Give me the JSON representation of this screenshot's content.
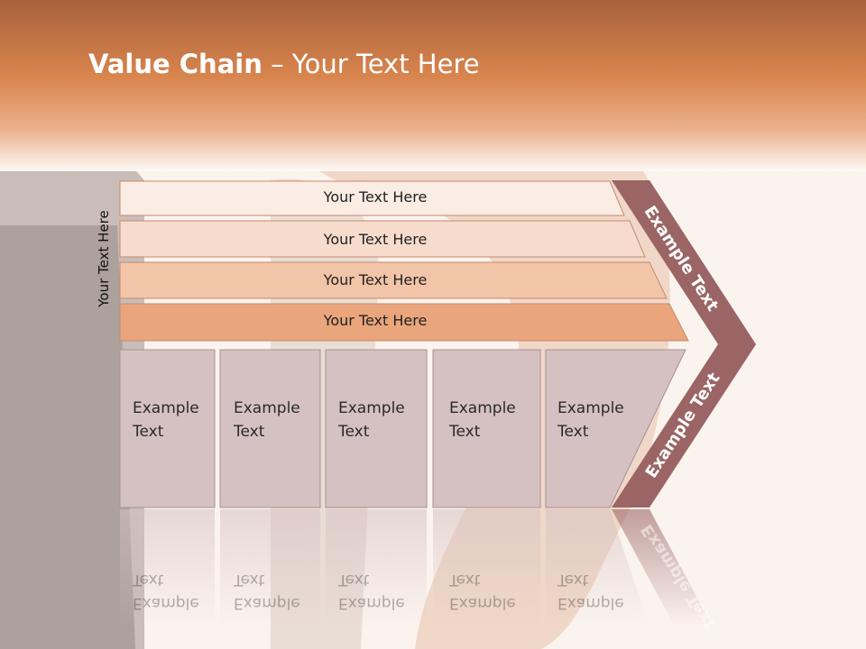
{
  "title": {
    "bold": "Value Chain",
    "rest": " – Your Text Here"
  },
  "side_label": "Your Text Here",
  "rows": [
    {
      "label": "Your Text Here",
      "color": "#fbece4"
    },
    {
      "label": "Your Text Here",
      "color": "#f7dccd"
    },
    {
      "label": "Your Text Here",
      "color": "#f2c4a8"
    },
    {
      "label": "Your Text Here",
      "color": "#eaa57c"
    }
  ],
  "boxes": [
    {
      "line1": "Example",
      "line2": "Text"
    },
    {
      "line1": "Example",
      "line2": "Text"
    },
    {
      "line1": "Example",
      "line2": "Text"
    },
    {
      "line1": "Example",
      "line2": "Text"
    },
    {
      "line1": "Example",
      "line2": "Text"
    }
  ],
  "chevron": {
    "upper": "Example Text",
    "lower": "Example Text",
    "color": "#9b6565"
  },
  "colors": {
    "header": "#d9854e",
    "box": "#d5c1c2",
    "box_border": "#a79292"
  }
}
